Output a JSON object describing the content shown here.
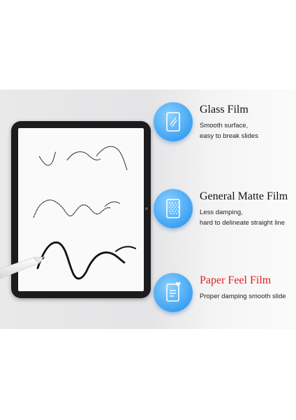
{
  "features": [
    {
      "title": "Glass Film",
      "lines": [
        "Smooth surface,",
        "easy to break slides"
      ],
      "icon": "glass-tablet-icon",
      "title_color": "#111111"
    },
    {
      "title": "General Matte Film",
      "lines": [
        "Less damping,",
        "hard to delineate straight line"
      ],
      "icon": "matte-texture-icon",
      "title_color": "#111111"
    },
    {
      "title": "Paper Feel Film",
      "lines": [
        "Proper damping smooth slide"
      ],
      "icon": "paper-document-icon",
      "title_color": "#e11f1f"
    }
  ],
  "colors": {
    "accent_blue": "#3ea2f2",
    "highlight_red": "#e11f1f"
  }
}
